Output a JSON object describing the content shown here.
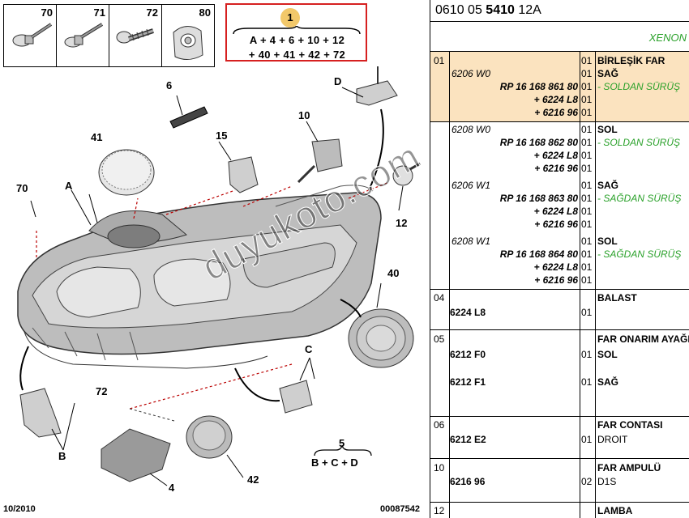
{
  "fasteners": [
    {
      "ref": "70"
    },
    {
      "ref": "71"
    },
    {
      "ref": "72"
    },
    {
      "ref": "80"
    }
  ],
  "formula": {
    "ref": "1",
    "line1": "A + 4 + 6 + 10 + 12",
    "line2": "+ 40 + 41 + 42 + 72"
  },
  "callouts": {
    "d": "D",
    "c6": "6",
    "c10": "10",
    "c41": "41",
    "c15": "15",
    "c70": "70",
    "ca": "A",
    "c12": "12",
    "c40": "40",
    "cc": "C",
    "c72": "72",
    "cb": "B",
    "c4": "4",
    "c42": "42",
    "c5": "5",
    "bcd": "B + C + D"
  },
  "footer": {
    "date": "10/2010",
    "code": "00087542"
  },
  "watermark": "duyukoto.com",
  "header": {
    "code_prefix": "0610 05",
    "code_bold": "5410",
    "code_suffix": "12A",
    "subtitle": "XENON"
  },
  "rows": [
    {
      "idx": "01",
      "items": [
        {
          "ref": "6206 W0",
          "qty": "01",
          "desc": "BİRLEŞİK FAR"
        },
        {
          "ref": "RP 16 168 861 80",
          "qty": "01",
          "desc": "SAĞ"
        },
        {
          "ref": "+ 6224 L8",
          "qty": "01",
          "desc": "- SOLDAN SÜRÜŞ"
        },
        {
          "ref": "+ 6216 96",
          "qty": "01",
          "desc": ""
        }
      ]
    },
    {
      "items": [
        {
          "ref": "6208 W0",
          "qty": "01",
          "desc": "SOL"
        },
        {
          "ref": "RP 16 168 862 80",
          "qty": "01",
          "desc": "- SOLDAN SÜRÜŞ"
        },
        {
          "ref": "+ 6224 L8",
          "qty": "01",
          "desc": ""
        },
        {
          "ref": "+ 6216 96",
          "qty": "01",
          "desc": ""
        }
      ]
    },
    {
      "items": [
        {
          "ref": "6206 W1",
          "qty": "01",
          "desc": "SAĞ"
        },
        {
          "ref": "RP 16 168 863 80",
          "qty": "01",
          "desc": "- SAĞDAN SÜRÜŞ"
        },
        {
          "ref": "+ 6224 L8",
          "qty": "01",
          "desc": ""
        },
        {
          "ref": "+ 6216 96",
          "qty": "01",
          "desc": ""
        }
      ]
    },
    {
      "items": [
        {
          "ref": "6208 W1",
          "qty": "01",
          "desc": "SOL"
        },
        {
          "ref": "RP 16 168 864 80",
          "qty": "01",
          "desc": "- SAĞDAN SÜRÜŞ"
        },
        {
          "ref": "+ 6224 L8",
          "qty": "01",
          "desc": ""
        },
        {
          "ref": "+ 6216 96",
          "qty": "01",
          "desc": ""
        }
      ]
    },
    {
      "idx": "04",
      "ref": "6224 L8",
      "qty": "01",
      "desc": "BALAST"
    },
    {
      "idx": "05",
      "desc": "FAR ONARIM AYAĞI",
      "items": [
        {
          "ref": "6212 F0",
          "qty": "01",
          "desc": "SOL"
        },
        {
          "ref": "6212 F1",
          "qty": "01",
          "desc": "SAĞ"
        }
      ]
    },
    {
      "idx": "06",
      "ref": "6212 E2",
      "qty": "01",
      "desc": "FAR CONTASI",
      "desc2": "DROIT"
    },
    {
      "idx": "10",
      "ref": "6216 96",
      "qty": "02",
      "desc": "FAR AMPULÜ",
      "desc2": "D1S"
    },
    {
      "idx": "12",
      "desc": "LAMBA"
    }
  ]
}
